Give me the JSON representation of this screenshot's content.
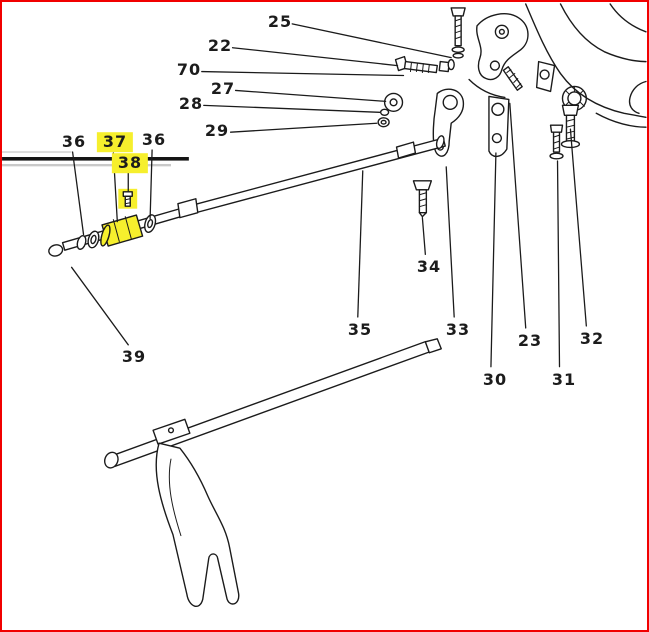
{
  "figure": {
    "type": "exploded-parts-diagram",
    "border_color": "#f10000",
    "background_color": "#ffffff",
    "line_color": "#1b1b1b",
    "highlight_color": "#f6ef2d",
    "highlighted_callouts": [
      "37",
      "38"
    ]
  },
  "callouts": [
    {
      "label": "25",
      "highlighted": false
    },
    {
      "label": "22",
      "highlighted": false
    },
    {
      "label": "70",
      "highlighted": false
    },
    {
      "label": "27",
      "highlighted": false
    },
    {
      "label": "28",
      "highlighted": false
    },
    {
      "label": "29",
      "highlighted": false
    },
    {
      "label": "36",
      "highlighted": false
    },
    {
      "label": "37",
      "highlighted": true
    },
    {
      "label": "36",
      "highlighted": false
    },
    {
      "label": "38",
      "highlighted": true
    },
    {
      "label": "34",
      "highlighted": false
    },
    {
      "label": "35",
      "highlighted": false
    },
    {
      "label": "33",
      "highlighted": false
    },
    {
      "label": "23",
      "highlighted": false
    },
    {
      "label": "32",
      "highlighted": false
    },
    {
      "label": "30",
      "highlighted": false
    },
    {
      "label": "31",
      "highlighted": false
    },
    {
      "label": "39",
      "highlighted": false
    }
  ]
}
